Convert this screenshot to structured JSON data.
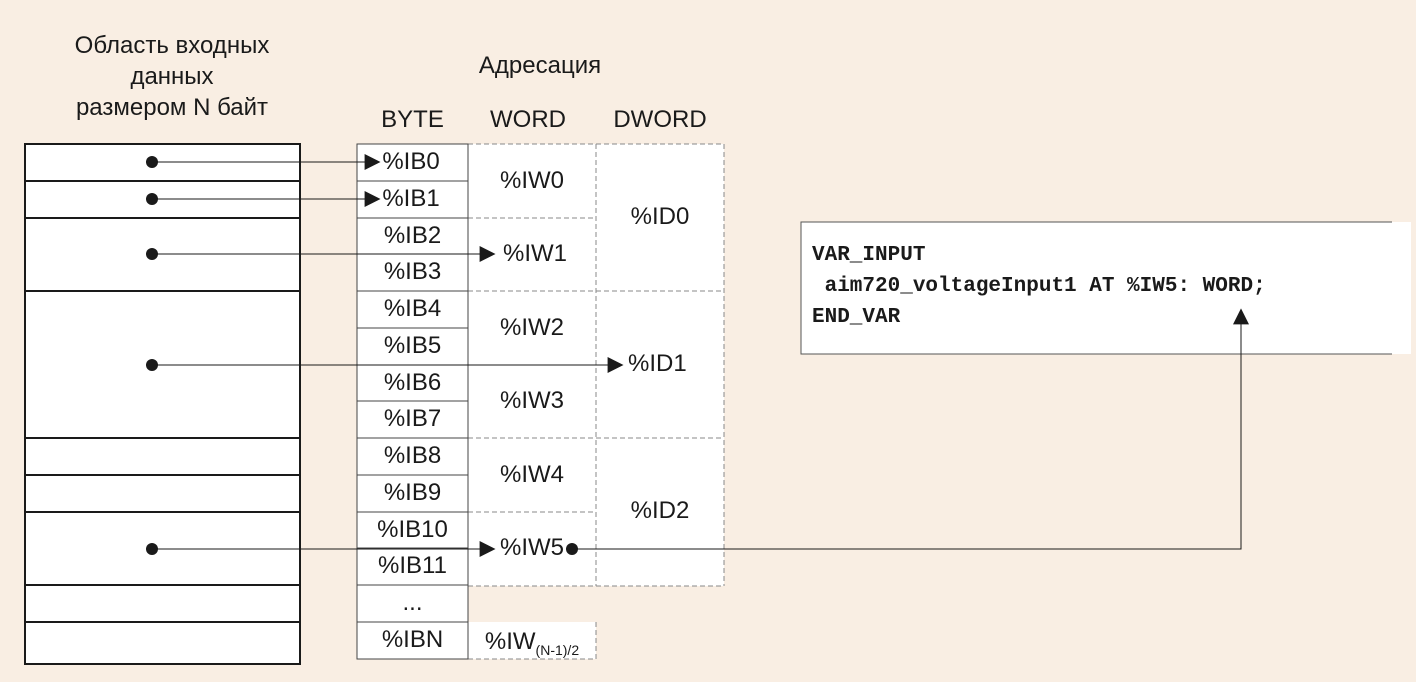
{
  "left_title": {
    "line1": "Область входных",
    "line2": "данных",
    "line3": "размером N байт"
  },
  "addressing": {
    "title": "Адресация",
    "col_byte": "BYTE",
    "col_word": "WORD",
    "col_dword": "DWORD"
  },
  "bytes": [
    "%IB0",
    "%IB1",
    "%IB2",
    "%IB3",
    "%IB4",
    "%IB5",
    "%IB6",
    "%IB7",
    "%IB8",
    "%IB9",
    "%IB10",
    "%IB11",
    "...",
    "%IBN"
  ],
  "words": [
    "%IW0",
    "%IW1",
    "%IW2",
    "%IW3",
    "%IW4",
    "%IW5"
  ],
  "word_last": {
    "prefix": "%IW",
    "subscript": "(N-1)/2"
  },
  "dwords": [
    "%ID0",
    "%ID1",
    "%ID2"
  ],
  "code": {
    "line1": "VAR_INPUT",
    "line2": " aim720_voltageInput1 AT %IW5: WORD;",
    "line3": "END_VAR"
  },
  "colors": {
    "background": "#f9eee3",
    "box": "#ffffff",
    "stroke": "#1a1a1a",
    "dashed": "#888888"
  }
}
